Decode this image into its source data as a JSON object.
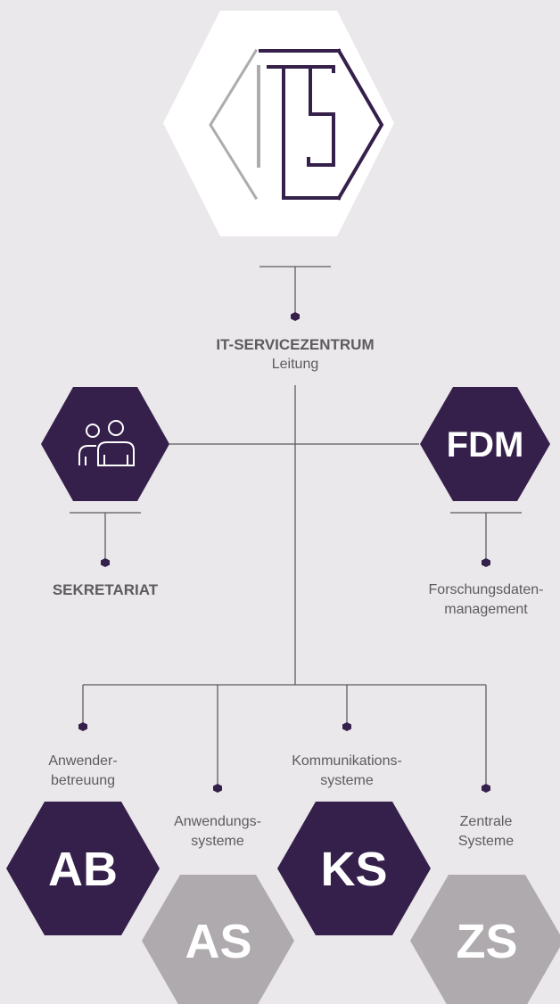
{
  "colors": {
    "background": "#ebe8eb",
    "primary_hex": "#34204a",
    "secondary_hex": "#aeaaad",
    "logo_hex": "#ffffff",
    "line": "#5e5a5f",
    "text": "#5e5a5f"
  },
  "logo": {
    "text": "ITS"
  },
  "center": {
    "title": "IT-SERVICEZENTRUM",
    "subtitle": "Leitung"
  },
  "left_unit": {
    "icon": "people-icon",
    "label": "SEKRETARIAT"
  },
  "right_unit": {
    "abbr": "FDM",
    "label_line1": "Forschungsdaten-",
    "label_line2": "management"
  },
  "departments": [
    {
      "abbr": "AB",
      "label_line1": "Anwender-",
      "label_line2": "betreuung"
    },
    {
      "abbr": "AS",
      "label_line1": "Anwendungs-",
      "label_line2": "systeme"
    },
    {
      "abbr": "KS",
      "label_line1": "Kommunikations-",
      "label_line2": "systeme"
    },
    {
      "abbr": "ZS",
      "label_line1": "Zentrale",
      "label_line2": "Systeme"
    }
  ]
}
